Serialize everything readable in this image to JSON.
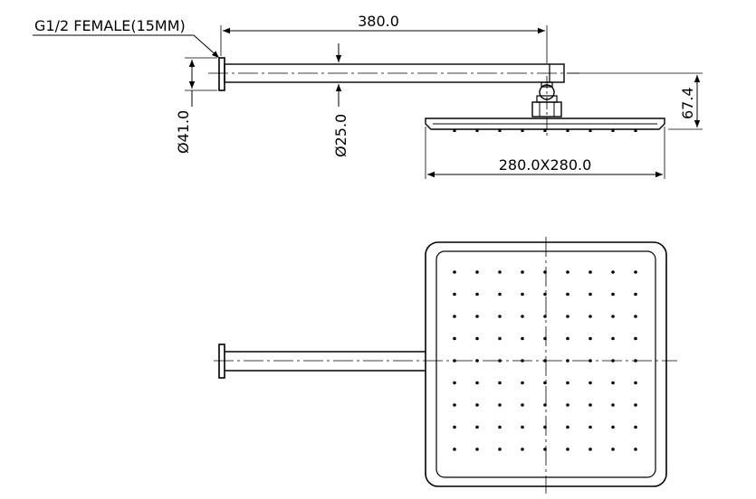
{
  "labels": {
    "thread": "G1/2 FEMALE(15MM)",
    "arm_length": "380.0",
    "flange_diameter": "Ø41.0",
    "arm_diameter": "Ø25.0",
    "head_height": "67.4",
    "head_size": "280.0X280.0"
  },
  "nozzle_grid": {
    "rows": 9,
    "cols": 9
  },
  "colors": {
    "line": "#000000",
    "background": "#ffffff"
  }
}
